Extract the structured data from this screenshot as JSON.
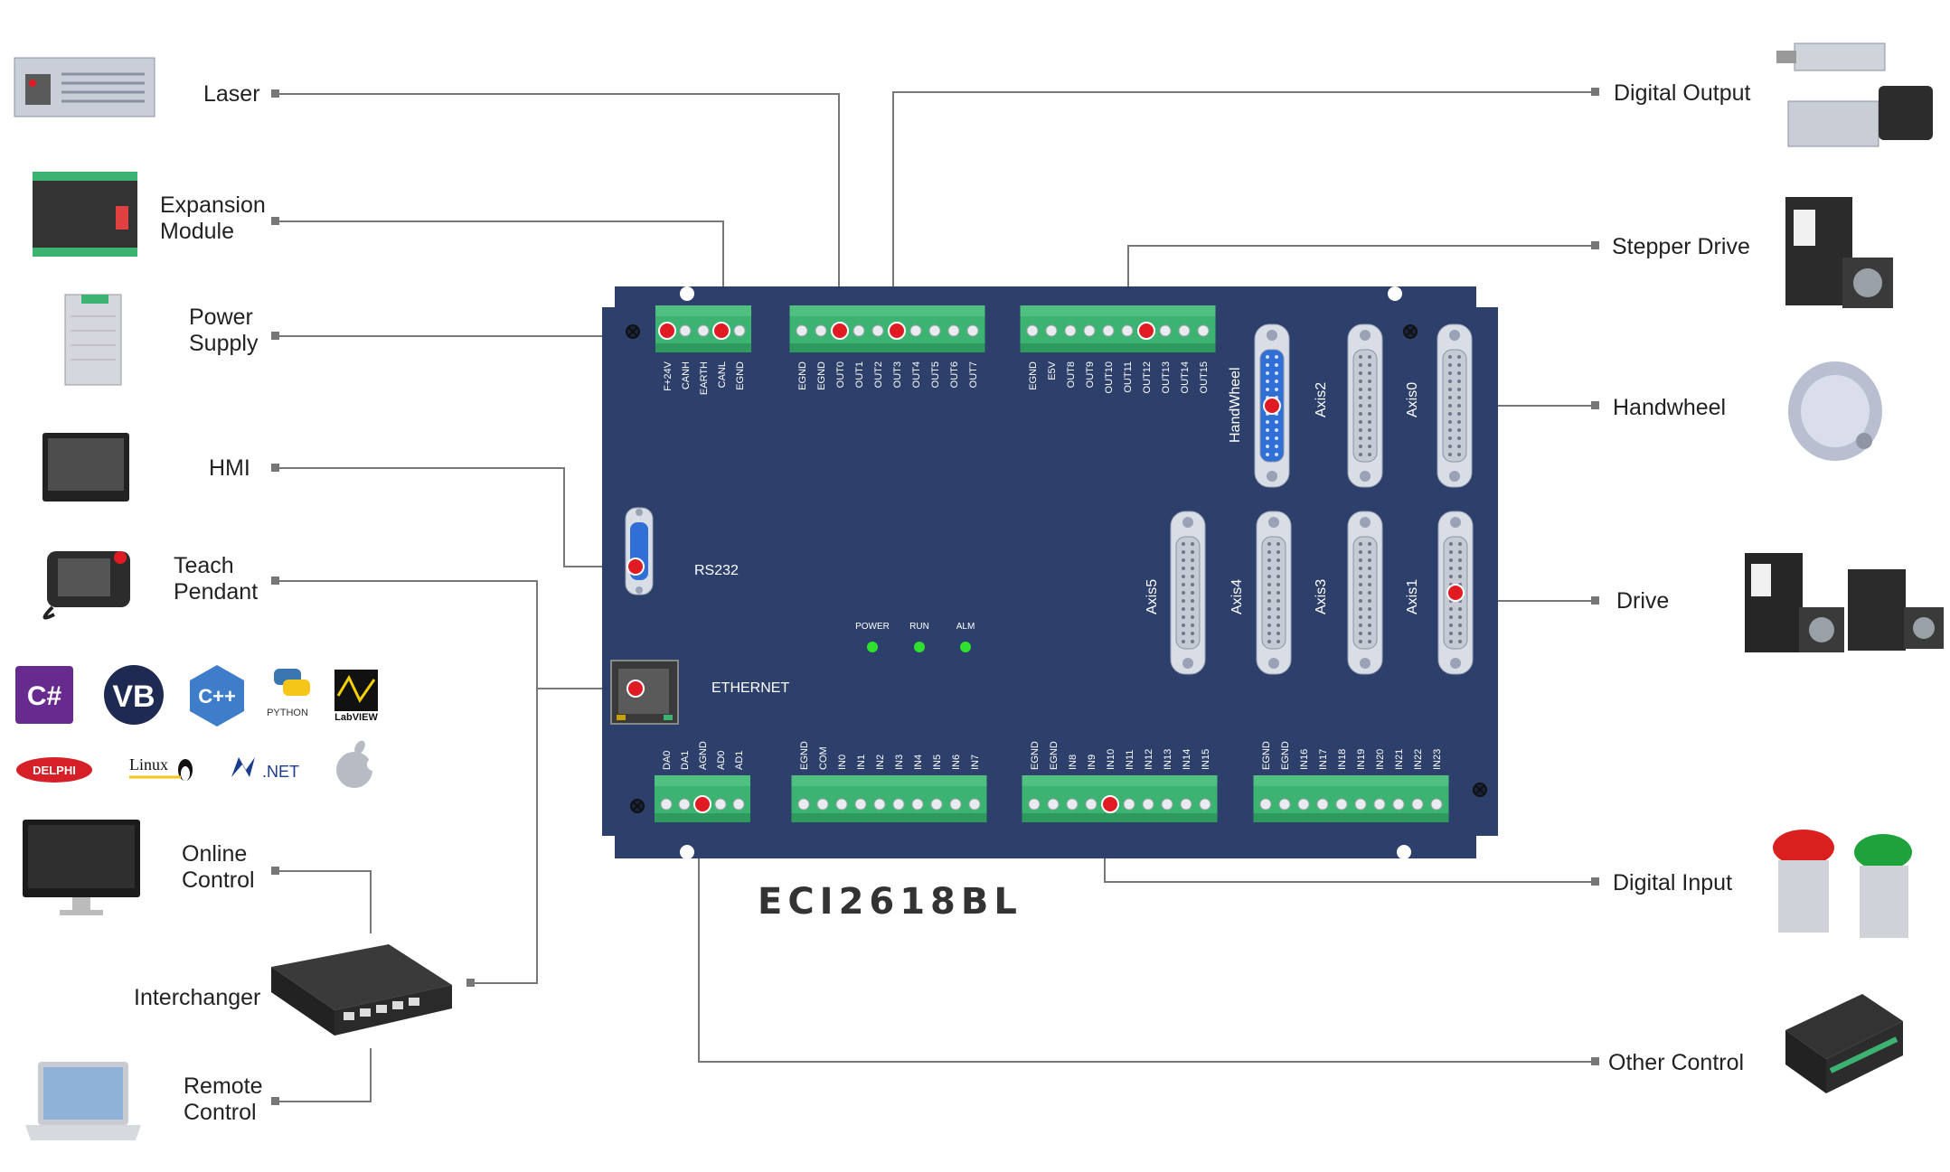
{
  "controller": {
    "model": "ECI2618BL",
    "ports": {
      "rs232": "RS232",
      "ethernet": "ETHERNET"
    },
    "leds": [
      "POWER",
      "RUN",
      "ALM"
    ],
    "axes": {
      "handwheel": "HandWheel",
      "axis0": "Axis0",
      "axis1": "Axis1",
      "axis2": "Axis2",
      "axis3": "Axis3",
      "axis4": "Axis4",
      "axis5": "Axis5"
    },
    "terminals": {
      "power_can": [
        "F+24V",
        "CANH",
        "EARTH",
        "CANL",
        "EGND"
      ],
      "out_a": [
        "EGND",
        "EGND",
        "OUT0",
        "OUT1",
        "OUT2",
        "OUT3",
        "OUT4",
        "OUT5",
        "OUT6",
        "OUT7"
      ],
      "out_b": [
        "EGND",
        "E5V",
        "OUT8",
        "OUT9",
        "OUT10",
        "OUT11",
        "OUT12",
        "OUT13",
        "OUT14",
        "OUT15"
      ],
      "analog": [
        "DA0",
        "DA1",
        "AGND",
        "AD0",
        "AD1"
      ],
      "in_a": [
        "EGND",
        "COM",
        "IN0",
        "IN1",
        "IN2",
        "IN3",
        "IN4",
        "IN5",
        "IN6",
        "IN7"
      ],
      "in_b": [
        "EGND",
        "EGND",
        "IN8",
        "IN9",
        "IN10",
        "IN11",
        "IN12",
        "IN13",
        "IN14",
        "IN15"
      ],
      "in_c": [
        "EGND",
        "EGND",
        "IN16",
        "IN17",
        "IN18",
        "IN19",
        "IN20",
        "IN21",
        "IN22",
        "IN23"
      ]
    }
  },
  "left_labels": {
    "laser": "Laser",
    "expansion_1": "Expansion",
    "expansion_2": "Module",
    "power_1": "Power",
    "power_2": "Supply",
    "hmi": "HMI",
    "teach_1": "Teach",
    "teach_2": "Pendant",
    "online_1": "Online",
    "online_2": "Control",
    "interchanger": "Interchanger",
    "remote_1": "Remote",
    "remote_2": "Control"
  },
  "right_labels": {
    "digital_output": "Digital Output",
    "stepper_drive": "Stepper Drive",
    "handwheel": "Handwheel",
    "drive": "Drive",
    "digital_input": "Digital Input",
    "other_control": "Other Control"
  },
  "software_logos": {
    "csharp": "C#",
    "vb": "VB",
    "cpp": "C++",
    "python": "PYTHON",
    "labview": "LabVIEW",
    "delphi": "DELPHI",
    "linux": "Linux",
    "dotnet": ".NET"
  },
  "colors": {
    "panel": "#2d3f6b",
    "terminal": "#3cb371",
    "highlight": "#e01b24",
    "line": "#777777",
    "db_blue": "#2f6fd6"
  }
}
